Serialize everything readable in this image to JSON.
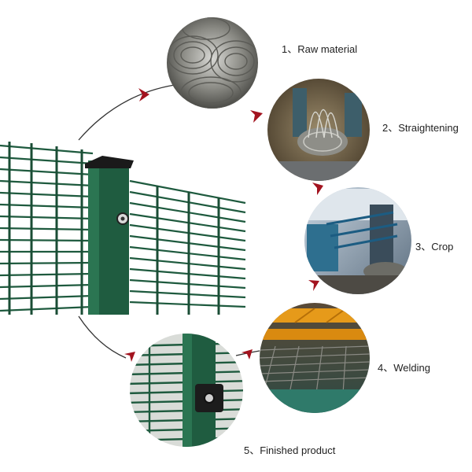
{
  "steps": [
    {
      "label": "1、Raw material",
      "image": "wire-coils-photo"
    },
    {
      "label": "2、Straightening",
      "image": "straightening-machine-photo"
    },
    {
      "label": "3、Crop",
      "image": "cropping-machine-photo"
    },
    {
      "label": "4、Welding",
      "image": "welding-machine-photo"
    },
    {
      "label": "5、Finished product",
      "image": "fence-closeup-photo"
    }
  ],
  "colors": {
    "fence_green": "#1e5a3e",
    "arrow_red": "#a3131f",
    "flow_line": "#333333",
    "machine_orange": "#e69a1a"
  },
  "icons": [
    "chevron-arrow-icon"
  ]
}
